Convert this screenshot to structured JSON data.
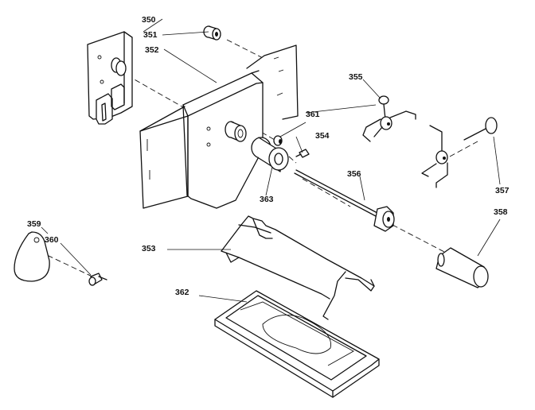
{
  "parts": {
    "p350": "350",
    "p351": "351",
    "p352": "352",
    "p353": "353",
    "p354": "354",
    "p355": "355",
    "p356": "356",
    "p357": "357",
    "p358": "358",
    "p359": "359",
    "p360": "360",
    "p361": "361",
    "p362": "362",
    "p363": "363"
  }
}
